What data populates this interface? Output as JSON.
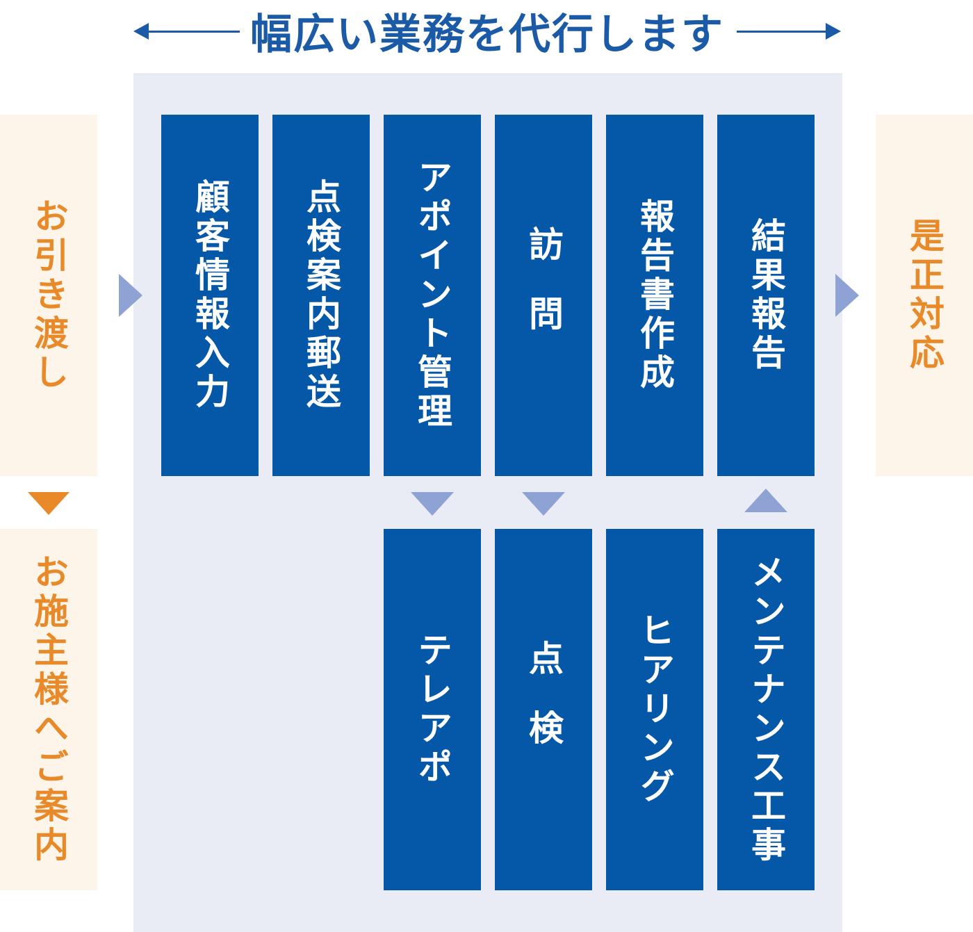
{
  "header": {
    "title": "幅広い業務を代行します"
  },
  "left": {
    "handover": "お引き渡し",
    "guidance": "お施主様へご案内"
  },
  "right": {
    "correction": "是正対応"
  },
  "top_row": [
    "顧客情報入力",
    "点検案内郵送",
    "アポイント管理",
    "訪問",
    "報告書作成",
    "結果報告"
  ],
  "bottom_row": [
    "テレアポ",
    "点検",
    "ヒアリング",
    "メンテナンス工事"
  ],
  "colors": {
    "primary_blue": "#0557a7",
    "header_blue": "#1a5aa6",
    "orange": "#e88a2a",
    "panel_bg": "#e9ebf5",
    "side_bg": "#fdf5ea",
    "arrow": "#8ea3d3"
  }
}
